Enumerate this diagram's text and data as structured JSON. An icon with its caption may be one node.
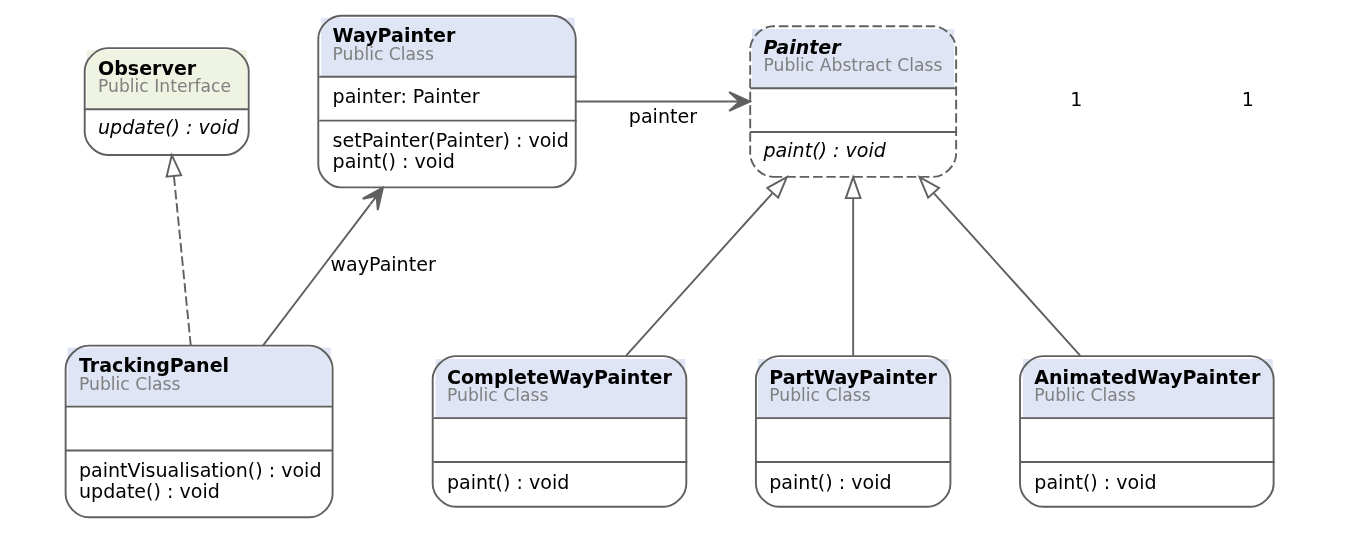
{
  "diagram": {
    "nodes": [
      {
        "text": [
          "Observer",
          "Public Interface",
          "update() : void"
        ]
      },
      {
        "text": [
          "WayPainter",
          "Public Class",
          "painter: Painter",
          "setPainter(Painter) : void",
          "paint() : void"
        ]
      },
      {
        "text": [
          "Painter",
          "Public Abstract Class",
          "paint() : void"
        ]
      },
      {
        "text": [
          "TrackingPanel",
          "Public Class",
          "paintVisualisation() : void",
          "update() : void"
        ]
      },
      {
        "text": [
          "CompleteWayPainter",
          "Public Class",
          "paint() : void"
        ]
      },
      {
        "text": [
          "PartWayPainter",
          "Public Class",
          "paint() : void"
        ]
      },
      {
        "text": [
          "AnimatedWayPainter",
          "Public Class",
          "paint() : void"
        ]
      }
    ],
    "edges": [
      {
        "from": 3,
        "to": 0,
        "arrow": "to",
        "style": "dashed"
      },
      {
        "from": 3,
        "to": 1,
        "arrow": "to",
        "label": "wayPainter"
      },
      {
        "from": 1,
        "to": 2,
        "arrow": "to",
        "label": "painter"
      },
      {
        "from": 4,
        "to": 2,
        "arrow": "to"
      },
      {
        "from": 5,
        "to": 2,
        "arrow": "to"
      },
      {
        "from": 6,
        "to": 2,
        "arrow": "to"
      }
    ],
    "labels": [
      "1",
      "1"
    ]
  }
}
